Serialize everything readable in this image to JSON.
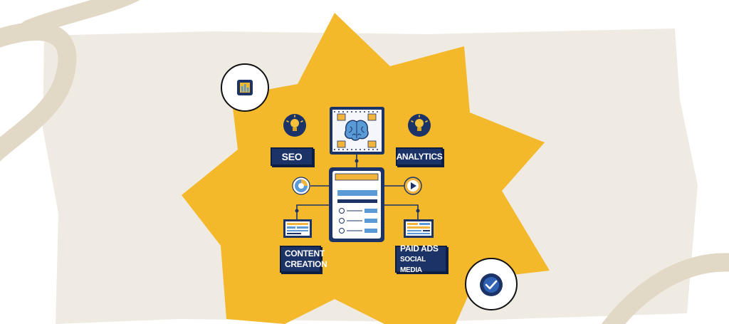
{
  "labels": {
    "seo": "SEO",
    "analytics": "ANALYTICS",
    "content_line1": "CONTENT",
    "content_line2": "CREATION",
    "paid_line1": "PAID ADS",
    "paid_line2": "SOCIAL MEDIA"
  },
  "icons": {
    "top_badge": "bar-chart-icon",
    "bottom_badge": "checkmark-icon",
    "bulbs": "lightbulb-icon",
    "center": "brain-icon",
    "left_mid": "pie-chart-icon",
    "right_mid": "play-icon"
  },
  "colors": {
    "background": "#f0ebe2",
    "swirl": "#e2d8c6",
    "burst": "#f4b82b",
    "navy": "#1b3366",
    "light_blue": "#5a9ad6",
    "accent_orange": "#f2b43a"
  }
}
